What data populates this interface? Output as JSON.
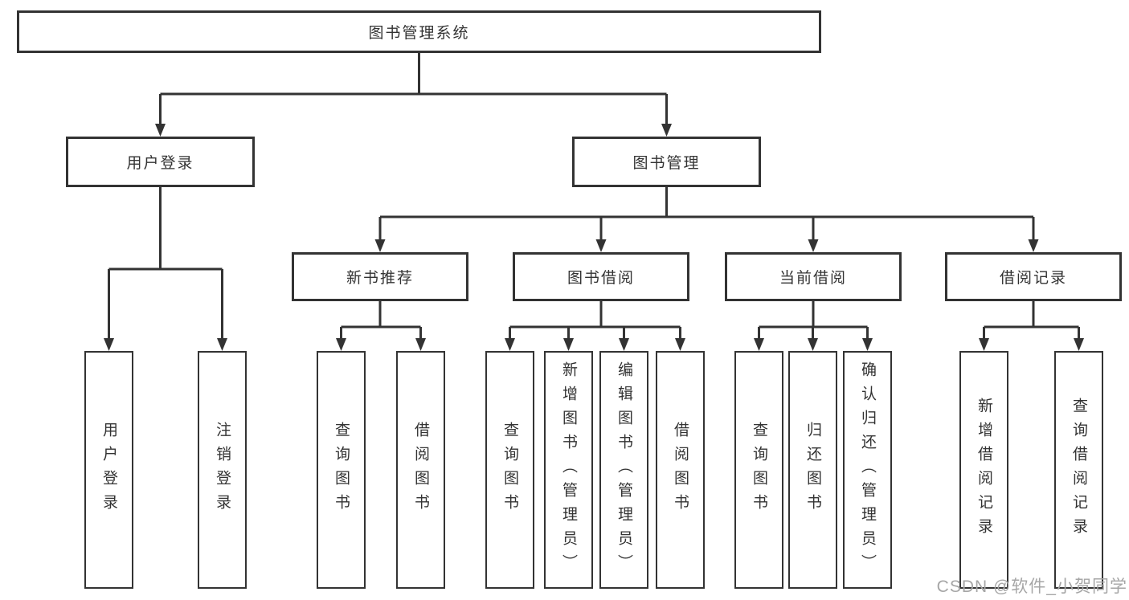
{
  "colors": {
    "line": "#333333",
    "box_border": "#333333",
    "text": "#333333",
    "watermark": "#a6a6a6",
    "background": "#ffffff"
  },
  "tree": {
    "label": "图书管理系统",
    "children": [
      {
        "label": "用户登录",
        "children": [
          {
            "label": "用户登录"
          },
          {
            "label": "注销登录"
          }
        ]
      },
      {
        "label": "图书管理",
        "children": [
          {
            "label": "新书推荐",
            "children": [
              {
                "label": "查询图书"
              },
              {
                "label": "借阅图书"
              }
            ]
          },
          {
            "label": "图书借阅",
            "children": [
              {
                "label": "查询图书"
              },
              {
                "label": "新增图书（管理员）"
              },
              {
                "label": "编辑图书（管理员）"
              },
              {
                "label": "借阅图书"
              }
            ]
          },
          {
            "label": "当前借阅",
            "children": [
              {
                "label": "查询图书"
              },
              {
                "label": "归还图书"
              },
              {
                "label": "确认归还（管理员）"
              }
            ]
          },
          {
            "label": "借阅记录",
            "children": [
              {
                "label": "新增借阅记录"
              },
              {
                "label": "查询借阅记录"
              }
            ]
          }
        ]
      }
    ]
  },
  "watermark": {
    "text": "CSDN @软件_小贺同学"
  }
}
